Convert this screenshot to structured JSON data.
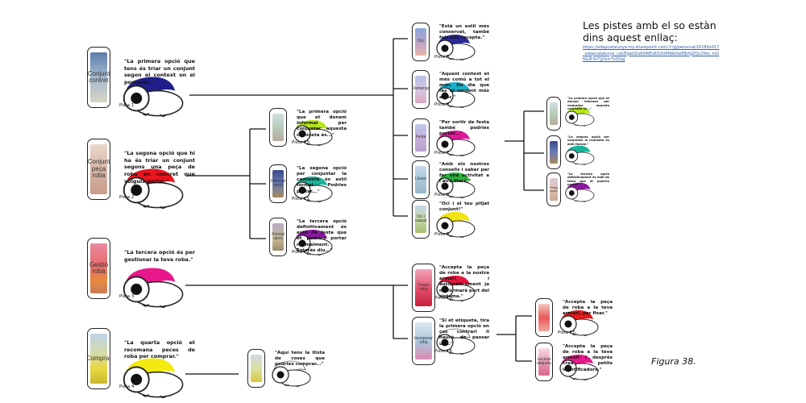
{
  "note": {
    "title": "Les pistes amb el so estàn dins aquest enllaç:",
    "link": "https://edapcatalunya-my.sharepoint.com/:f:/g/personal/20180x017_edapcatalunya_cat/EgaGDsK0WEsK02ktMWo0wEBrfgZQv2Yen_mGNGiE3nTg?e=TxQSaJ"
  },
  "figure_caption": "Figura 38.",
  "cards": [
    {
      "phone_text": "Conjunt contret",
      "quote": "\"La primera opció que tens és triar un conjunt segon el context on el portaràs.\"",
      "label": "Pista 1",
      "color": "#1f1f8c"
    },
    {
      "phone_text": "Conjunt peça roba",
      "quote": "\"La segona opció que hi ha és triar un conjunt segons una peça de roba en concret que vulguis portar.\"",
      "label": "Pista 2",
      "color": "#e8141e"
    },
    {
      "phone_text": "Gestió roba",
      "quote": "\"La tercera opció és per gestionar la teva roba.\"",
      "label": "Pista 3",
      "color": "#e8188a"
    },
    {
      "phone_text": "Comprar",
      "quote": "\"La quarta opció et recomana peces de roba per comprar.\"",
      "label": "Pista 4",
      "color": "#f2ea10"
    },
    {
      "phone_text": "",
      "quote": "\"Aquí tens la llista de coses que podries comprar...\"",
      "label": "",
      "color": "#ffffff"
    },
    {
      "phone_text": "",
      "quote": "\"La primera opció que et donem informal per conjuntar aquesta camiseta és...\"",
      "label": "Pista 10",
      "color": "#b6e61a"
    },
    {
      "phone_text": "Informal opció",
      "quote": "\"La segona opció per conjuntar la camiseta és estil formal. Podries portar...\"",
      "label": "Pista 11",
      "color": "#18b39a"
    },
    {
      "phone_text": "Formal opció",
      "quote": "\"La tercera opció definitivament és estil de festa que et podries portar normalment. Estaràs diu...\"",
      "label": "Pista 12",
      "color": "#8a1a9e"
    },
    {
      "phone_text": "Oci",
      "quote": "\"Està un estil més conservat, també fals una recepta.\"",
      "label": "Pista 5",
      "color": "#2a2a9a"
    },
    {
      "phone_text": "Diumenge",
      "quote": "\"Aquest context et més comú a tot el món. Un dia que fas el conjunt més antic.\"",
      "label": "Pista 6",
      "color": "#1ab0cc"
    },
    {
      "phone_text": "Festa",
      "quote": "\"Per sortir de festa també podries portar...\"",
      "label": "Pista 7",
      "color": "#e0189a"
    },
    {
      "phone_text": "Lleure",
      "quote": "\"Amb els nostres consells i saber per fer una activitat a l'aire lliure.\"",
      "label": "Pista 8",
      "color": "#28b33a"
    },
    {
      "phone_text": "Oci i casual",
      "quote": "\"Oci i el teu pitjat conjunt!\"",
      "label": "Pista 9",
      "color": "#f2e410"
    },
    {
      "phone_text": "",
      "quote": "\"La primera opció que et donem informal per conjuntar aquesta camiseta és...\"",
      "label": "",
      "color": "#b6e61a"
    },
    {
      "phone_text": "",
      "quote": "\"La segona opció per conjuntar la camiseta és estil formal.\"",
      "label": "",
      "color": "#18b39a"
    },
    {
      "phone_text": "Festa opció",
      "quote": "\"La tercera opció definitivament és estil de festa que et podries portar.\"",
      "label": "",
      "color": "#8a1a9e"
    },
    {
      "phone_text": "Treure roba",
      "quote": "\"Accepta la peça de roba a la nostra armari i automàticament ja no formarà part del sistema.\"",
      "label": "Pista 13",
      "color": "#e0183c"
    },
    {
      "phone_text": "Incorporar roba",
      "quote": "\"Si et etiqueta, tira la primera opció en cas contrari li haurà de passar una.\"",
      "label": "Pista 14",
      "color": "#ffffff"
    },
    {
      "phone_text": "",
      "quote": "\"Accepta la peça de roba a la teva armari, per fixar.\"",
      "label": "Pista 15",
      "color": "#e81818"
    },
    {
      "phone_text": "Lectura etiqueta",
      "quote": "\"Accepta la peça de roba a la teva armari i després crea petits identificadors.\"",
      "label": "",
      "color": "#e8188a"
    }
  ]
}
